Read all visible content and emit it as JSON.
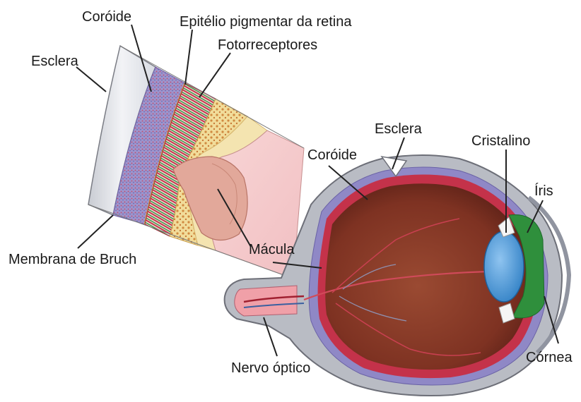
{
  "labels": {
    "esclera_left": "Esclera",
    "coroide_top": "Coróide",
    "epitelio": "Epitélio pigmentar da retina",
    "fotorreceptores": "Fotorreceptores",
    "membrana": "Membrana de Bruch",
    "macula": "Mácula",
    "esclera_right": "Esclera",
    "coroide_right": "Coróide",
    "cristalino": "Cristalino",
    "iris": "Íris",
    "nervo": "Nervo óptico",
    "cornea": "Córnea"
  }
}
